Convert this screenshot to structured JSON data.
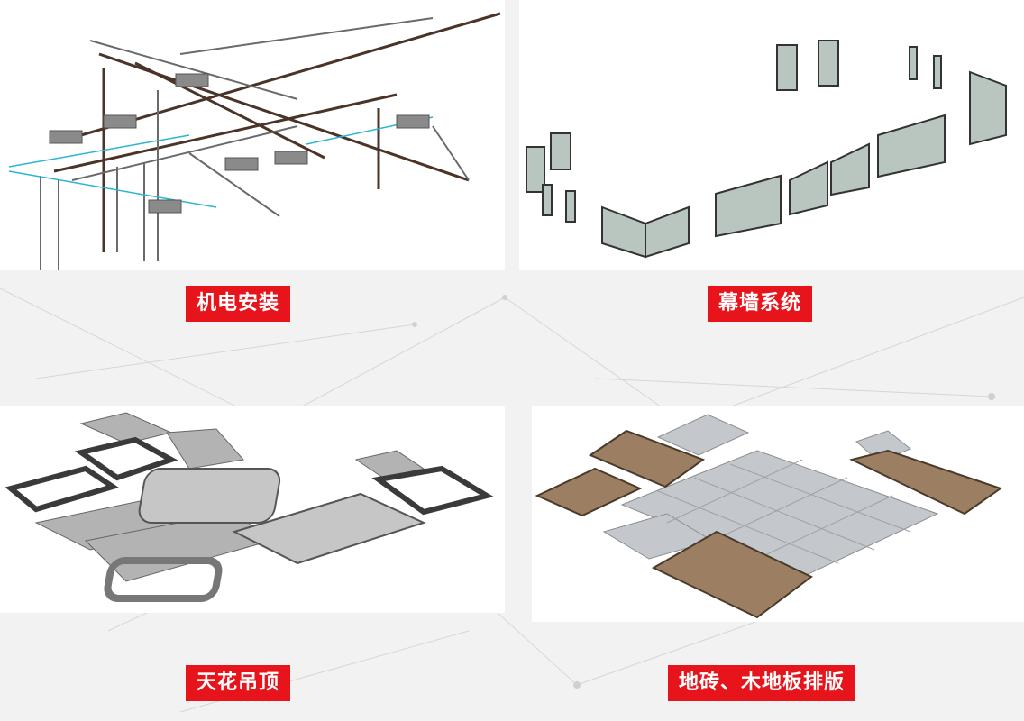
{
  "panels": [
    {
      "title": "机电安装"
    },
    {
      "title": "幕墙系统"
    },
    {
      "title": "天花吊顶"
    },
    {
      "title": "地砖、木地板排版"
    }
  ],
  "colors": {
    "label_bg": "#e8141c",
    "label_text": "#ffffff",
    "pipe_dark": "#4a3428",
    "pipe_cyan": "#2bb5d0",
    "glass": "#b9c6c0",
    "ceiling": "#9a9a9a",
    "wood": "#9c7f62",
    "tile": "#c4c8cc"
  }
}
